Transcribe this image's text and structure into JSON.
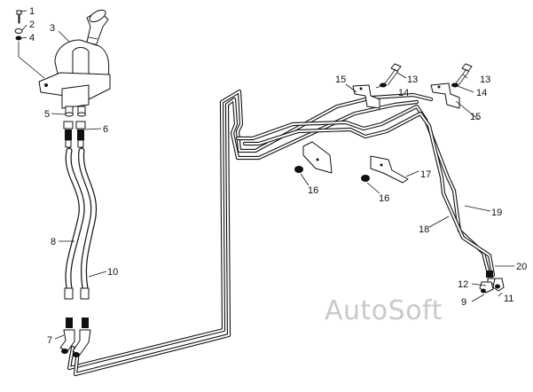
{
  "watermark": "AutoSoft",
  "callouts": [
    {
      "id": "c1",
      "text": "1"
    },
    {
      "id": "c2",
      "text": "2"
    },
    {
      "id": "c3",
      "text": "3"
    },
    {
      "id": "c4",
      "text": "4"
    },
    {
      "id": "c5",
      "text": "5"
    },
    {
      "id": "c6",
      "text": "6"
    },
    {
      "id": "c7",
      "text": "7"
    },
    {
      "id": "c8",
      "text": "8"
    },
    {
      "id": "c9",
      "text": "9"
    },
    {
      "id": "c10",
      "text": "10"
    },
    {
      "id": "c11",
      "text": "11"
    },
    {
      "id": "c12",
      "text": "12"
    },
    {
      "id": "c13a",
      "text": "13"
    },
    {
      "id": "c13b",
      "text": "13"
    },
    {
      "id": "c14a",
      "text": "14"
    },
    {
      "id": "c14b",
      "text": "14"
    },
    {
      "id": "c15a",
      "text": "15"
    },
    {
      "id": "c15b",
      "text": "15"
    },
    {
      "id": "c16a",
      "text": "16"
    },
    {
      "id": "c16b",
      "text": "16"
    },
    {
      "id": "c17",
      "text": "17"
    },
    {
      "id": "c18",
      "text": "18"
    },
    {
      "id": "c19",
      "text": "19"
    },
    {
      "id": "c20",
      "text": "20"
    }
  ]
}
